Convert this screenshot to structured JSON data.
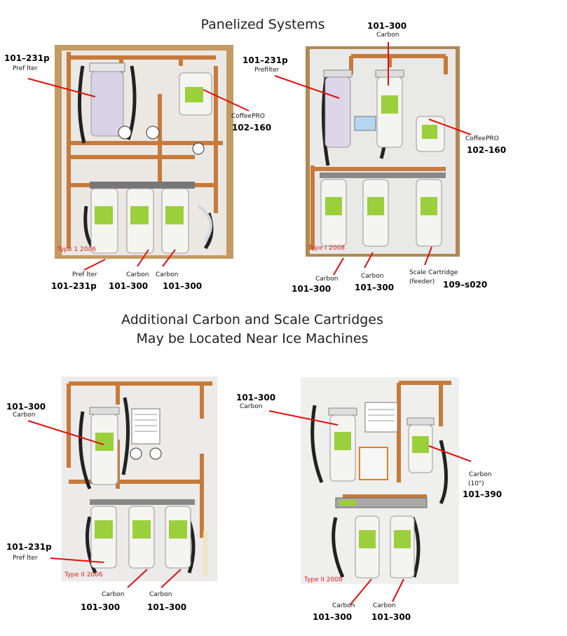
{
  "headings": {
    "top": "Panelized Systems",
    "middle_line1": "Additional Carbon and Scale Cartridges",
    "middle_line2": "May be Located Near Ice Machines"
  },
  "panel1": {
    "type_tag": "Type 1 2006",
    "callouts": [
      {
        "pn": "101–231p",
        "desc": "Pref lter"
      },
      {
        "pn": "102–160",
        "desc": "CoffeePRO"
      },
      {
        "pn": "101–231p",
        "desc": "Pref lter"
      },
      {
        "pn": "101–300",
        "desc": "Carbon"
      },
      {
        "pn": "101–300",
        "desc": "Carbon"
      }
    ]
  },
  "panel2": {
    "type_tag": "Type I 2008",
    "callouts": [
      {
        "pn": "101–231p",
        "desc": "Prefilter"
      },
      {
        "pn": "101–300",
        "desc": "Carbon"
      },
      {
        "pn": "102–160",
        "desc": "CoffeePRO"
      },
      {
        "pn": "101–300",
        "desc": "Carbon"
      },
      {
        "pn": "101–300",
        "desc": "Carbon"
      },
      {
        "pn": "109–s020",
        "desc": "Scale Cartridge",
        "desc2": "(feeder)"
      }
    ]
  },
  "panel3": {
    "type_tag": "Type II 2006",
    "callouts": [
      {
        "pn": "101–300",
        "desc": "Carbon"
      },
      {
        "pn": "101–231p",
        "desc": "Pref lter"
      },
      {
        "pn": "101–300",
        "desc": "Carbon"
      },
      {
        "pn": "101–300",
        "desc": "Carbon"
      }
    ]
  },
  "panel4": {
    "type_tag": "Type II 2008",
    "callouts": [
      {
        "pn": "101–300",
        "desc": "Carbon"
      },
      {
        "pn": "101–390",
        "desc": "Carbon",
        "desc2": "(10\")"
      },
      {
        "pn": "101–300",
        "desc": "Carbon"
      },
      {
        "pn": "101–300",
        "desc": "Carbon"
      }
    ]
  },
  "colors": {
    "leader": "#e01010",
    "board": "#ececec",
    "wood": "#b08850",
    "copper": "#c77a3a",
    "cartridge": "#f4f4f0",
    "label_green": "#9ccf3c"
  }
}
